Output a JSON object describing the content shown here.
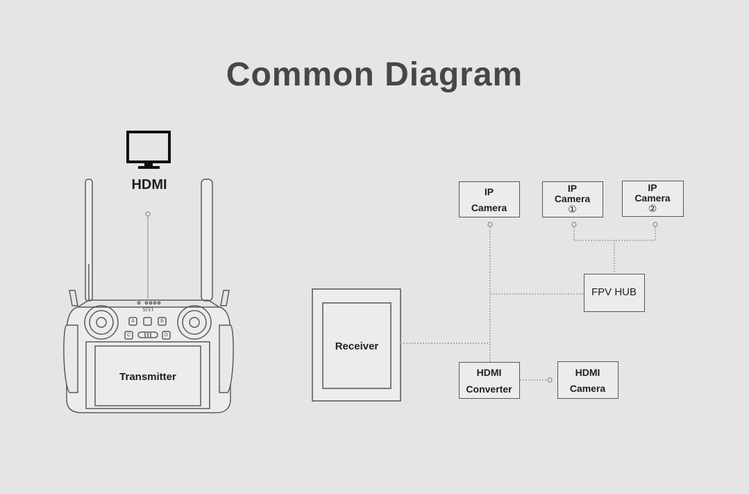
{
  "title": "Common Diagram",
  "hdmi_label": "HDMI",
  "transmitter": {
    "brand": "SIYI",
    "screen_label": "Transmitter",
    "buttons": [
      "A",
      "B",
      "C",
      "D"
    ]
  },
  "receiver_label": "Receiver",
  "nodes": {
    "ip_camera": {
      "line1": "IP",
      "line2": "Camera"
    },
    "ip_camera_1": {
      "line1": "IP",
      "line2": "Camera",
      "line3": "①"
    },
    "ip_camera_2": {
      "line1": "IP",
      "line2": "Camera",
      "line3": "②"
    },
    "fpv_hub": "FPV HUB",
    "hdmi_converter": {
      "line1": "HDMI",
      "line2": "Converter"
    },
    "hdmi_camera": {
      "line1": "HDMI",
      "line2": "Camera"
    }
  }
}
